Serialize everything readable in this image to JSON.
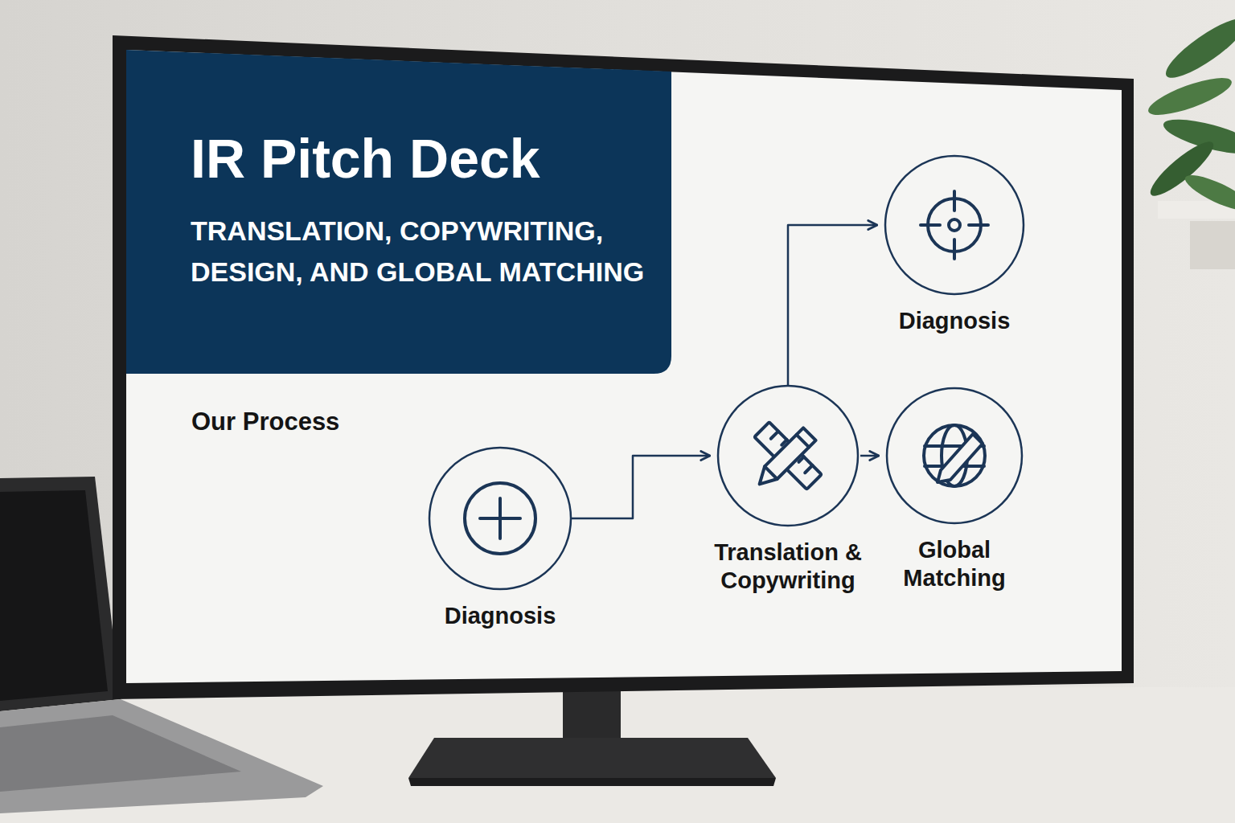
{
  "diagram": {
    "title": "IR Pitch Deck",
    "nodes": [
      {
        "text": [
          "Diagnosis"
        ]
      },
      {
        "text": [
          "Translation & Copywriting"
        ]
      },
      {
        "text": [
          "Diagnosis"
        ]
      },
      {
        "text": [
          "Global Matching"
        ]
      }
    ],
    "edges": [
      {
        "from": 0,
        "to": 1,
        "arrow": "to"
      },
      {
        "from": 1,
        "to": 2,
        "arrow": "to"
      },
      {
        "from": 1,
        "to": 3,
        "arrow": "to"
      }
    ],
    "labels": [
      "TRANSLATION, COPYWRITING, DESIGN, AND GLOBAL MATCHING",
      "Our Process"
    ]
  }
}
